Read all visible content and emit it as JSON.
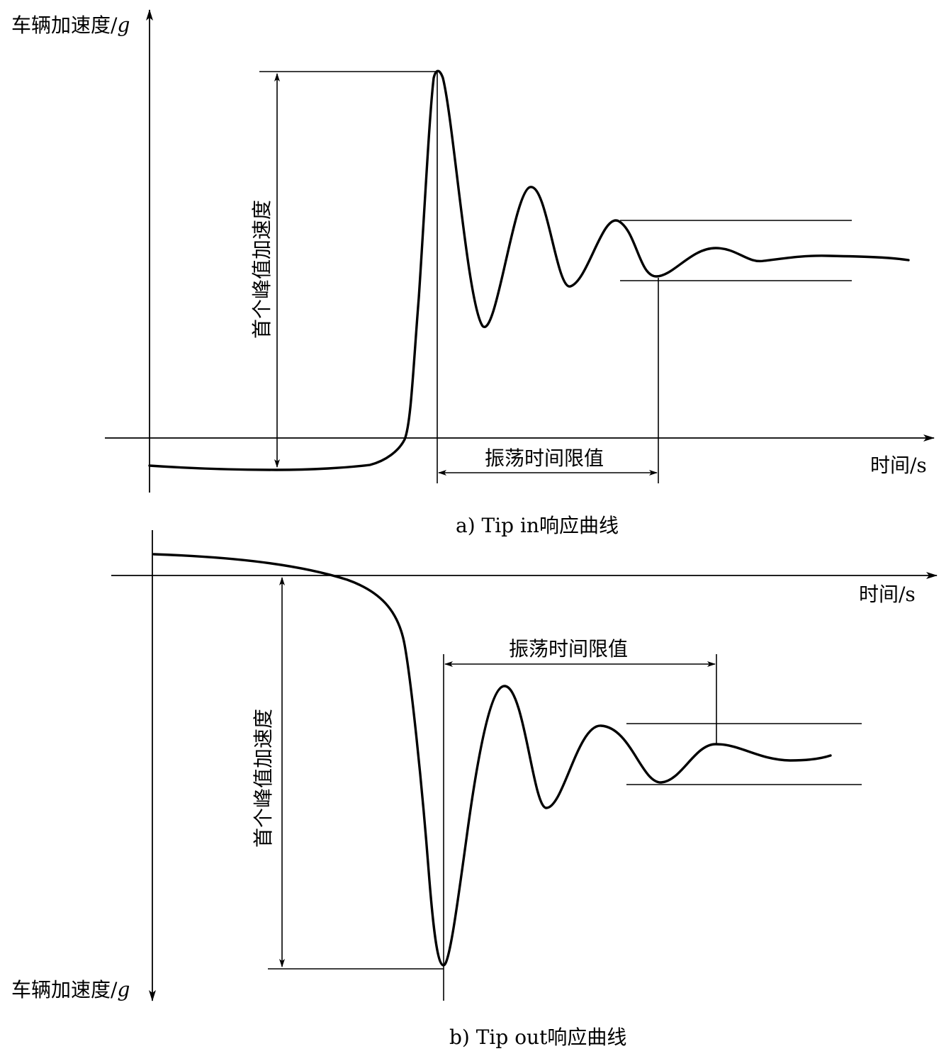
{
  "top_diagram": {
    "y_axis_label_main": "车辆加速度/",
    "y_axis_label_unit": "g",
    "x_axis_label": "时间/s",
    "peak_label": "首个峰值加速度",
    "oscillation_label": "振荡时间限值",
    "caption": "a) Tip in响应曲线"
  },
  "bottom_diagram": {
    "y_axis_label_main": "车辆加速度/",
    "y_axis_label_unit": "g",
    "x_axis_label": "时间/s",
    "peak_label": "首个峰值加速度",
    "oscillation_label": "振荡时间限值",
    "caption": "b) Tip out响应曲线"
  }
}
